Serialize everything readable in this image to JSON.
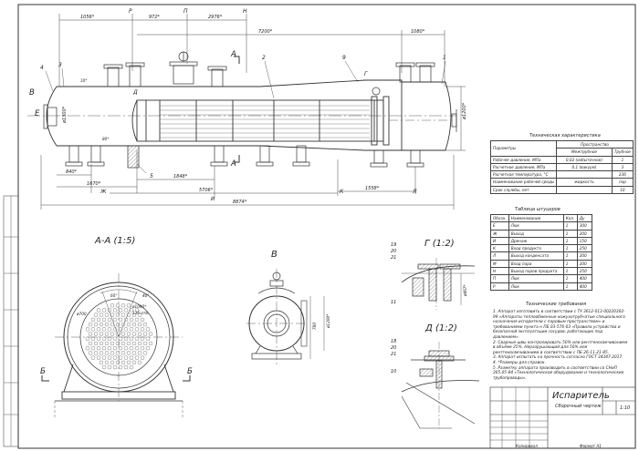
{
  "drawing": {
    "main_view_dims": [
      "1056*",
      "972*",
      "2976*",
      "7200*",
      "1080*",
      "840*",
      "1670*",
      "1848*",
      "5706*",
      "1558*",
      "8874*",
      "ø1200*",
      "ø1300*",
      "10*",
      "80*"
    ],
    "main_view_letters": [
      "Р",
      "П",
      "Н",
      "Ж",
      "И",
      "К",
      "Л",
      "В",
      "Е",
      "Д",
      "Г",
      "А",
      "А"
    ],
    "main_view_callouts": [
      "1",
      "2",
      "3",
      "4",
      "5",
      "9"
    ],
    "section_title": "А-А (1:5)",
    "section_dims": [
      "ø700",
      "ø1040*",
      "136 отв.",
      "60°",
      "40°",
      "Б",
      "Б"
    ],
    "view_b_title": "В",
    "view_b_dims": [
      "ø1200*",
      "780"
    ],
    "detail_g_title": "Г (1:2)",
    "detail_g_callouts": [
      "19",
      "20",
      "21",
      "11",
      "ø467*"
    ],
    "detail_d_title": "Д (1:2)",
    "detail_d_callouts": [
      "18",
      "20",
      "21",
      "10"
    ]
  },
  "tech_char": {
    "title": "Техническая характеристика",
    "head_param": "Параметры",
    "head_space": "Пространство",
    "head_shell": "Межтрубное",
    "head_tube": "Трубное",
    "rows": [
      [
        "Рабочее давление, МПа",
        "0,02 (избыточное)",
        "1"
      ],
      [
        "Расчетное давление, МПа",
        "0,1 (вакуум)",
        "3"
      ],
      [
        "Расчетная температура, °С",
        "",
        "236"
      ],
      [
        "Наименование рабочей среды",
        "жидкость",
        "пар"
      ],
      [
        "Срок службы, лет",
        "",
        "10"
      ]
    ]
  },
  "nozzles": {
    "title": "Таблица штуцеров",
    "head": [
      "Обозн.",
      "Наименование",
      "Кол.",
      "Ду"
    ],
    "rows": [
      [
        "Е",
        "Люк",
        "1",
        "300"
      ],
      [
        "Ж",
        "Выход",
        "1",
        "200"
      ],
      [
        "И",
        "Дренаж",
        "1",
        "150"
      ],
      [
        "К",
        "Вход продукта",
        "1",
        "250"
      ],
      [
        "Л",
        "Выход конденсата",
        "1",
        "200"
      ],
      [
        "М",
        "Вход пара",
        "1",
        "200"
      ],
      [
        "Н",
        "Выход паров продукта",
        "1",
        "250"
      ],
      [
        "П",
        "Люк",
        "1",
        "400"
      ],
      [
        "Р",
        "Люк",
        "1",
        "400"
      ]
    ]
  },
  "requirements": {
    "title": "Технические требования",
    "items": [
      "1. Аппарат изготовить в соответствии с ТУ 3612-013-00220302-99 «Аппараты теплообменные кожухотрубчатые специального назначения испарители с паровым пространством» и требованиями пункта н ПБ 03-576-03 «Правила устройства и безопасной эксплуатации сосудов, работающих под давлением».",
      "2. Сварные швы контролировать 50% или рентгеносвечиванием в объёме 25%. Неразрушающий для 50% или рентгеносвечиванием в соответствии с ПБ 26-11-21-85.",
      "3. Аппарат испытать на прочность согласно ГОСТ 34347-2017.",
      "4. *Размеры для справок.",
      "5. Разметку аппарата производить в соответствии со СНиП 305.05-84 «Технологическое оборудование и технологические трубопроводы»."
    ]
  },
  "title_block": {
    "name": "Испаритель",
    "subtitle": "Сборочный чертеж",
    "scale": "1:10",
    "copied": "Копировал",
    "format": "Формат А1"
  },
  "colors": {
    "line": "#333333",
    "paper": "#ffffff",
    "hatch": "#555555"
  }
}
